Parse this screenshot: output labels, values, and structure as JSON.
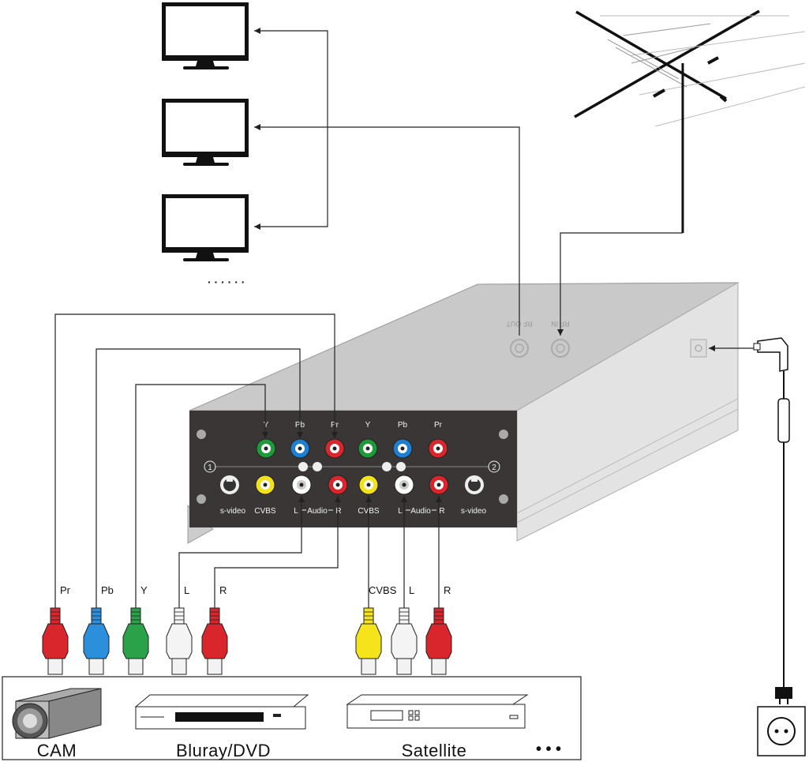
{
  "panel": {
    "top_labels": [
      "Y",
      "Pb",
      "Pr",
      "Y",
      "Pb",
      "Pr"
    ],
    "input_1": "1",
    "input_2": "2",
    "bottom_labels": [
      "s-video",
      "CVBS",
      "L",
      "Audio",
      "R",
      "CVBS",
      "L",
      "Audio",
      "R",
      "s-video"
    ],
    "top_jack_colors": [
      "#1f9a3a",
      "#1e7fd0",
      "#d8262c",
      "#1f9a3a",
      "#1e7fd0",
      "#d8262c"
    ],
    "bottom_jack_colors": [
      "#f2e21a",
      "#ffffff",
      "#d8262c",
      "#f2e21a",
      "#ffffff",
      "#d8262c"
    ]
  },
  "rf": {
    "out_label": "RF OUT",
    "in_label": "RF IN"
  },
  "plugs": [
    {
      "label": "Pr",
      "color": "#d8262c"
    },
    {
      "label": "Pb",
      "color": "#2c8fdc"
    },
    {
      "label": "Y",
      "color": "#2aa24a"
    },
    {
      "label": "L",
      "color": "#f4f4f4"
    },
    {
      "label": "R",
      "color": "#d8262c"
    },
    {
      "label": "CVBS",
      "color": "#f5e41c"
    },
    {
      "label": "L",
      "color": "#f4f4f4"
    },
    {
      "label": "R",
      "color": "#d8262c"
    }
  ],
  "devices": [
    "CAM",
    "Bluray/DVD",
    "Satellite"
  ],
  "more_indicator": "• • •",
  "monitors_more": "· · · · · ·"
}
